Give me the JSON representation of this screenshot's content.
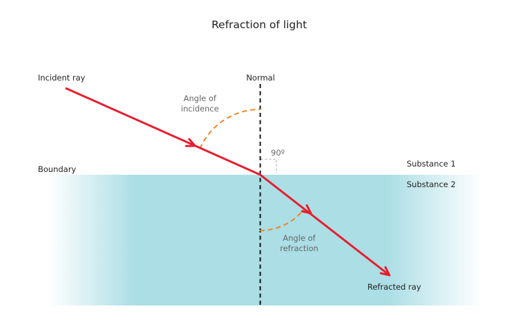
{
  "title": "Refraction of light",
  "labels": {
    "incident_ray": "Incident ray",
    "normal": "Normal",
    "angle_of_incidence_line1": "Angle of",
    "angle_of_incidence_line2": "incidence",
    "right_angle": "90º",
    "boundary": "Boundary",
    "substance1": "Substance 1",
    "substance2": "Substance 2",
    "angle_of_refraction_line1": "Angle of",
    "angle_of_refraction_line2": "refraction",
    "refracted_ray": "Refracted ray"
  },
  "colors": {
    "ray": "#e81c2d",
    "angle_arc": "#ef8222",
    "boundary_line": "#2aa7b6",
    "substance2_fill": "#abdee5",
    "normal_line": "#111111",
    "right_angle_marker": "#c2c2c2",
    "dark_text": "#1f1f1f",
    "gray_text": "#666666",
    "background": "#ffffff"
  }
}
